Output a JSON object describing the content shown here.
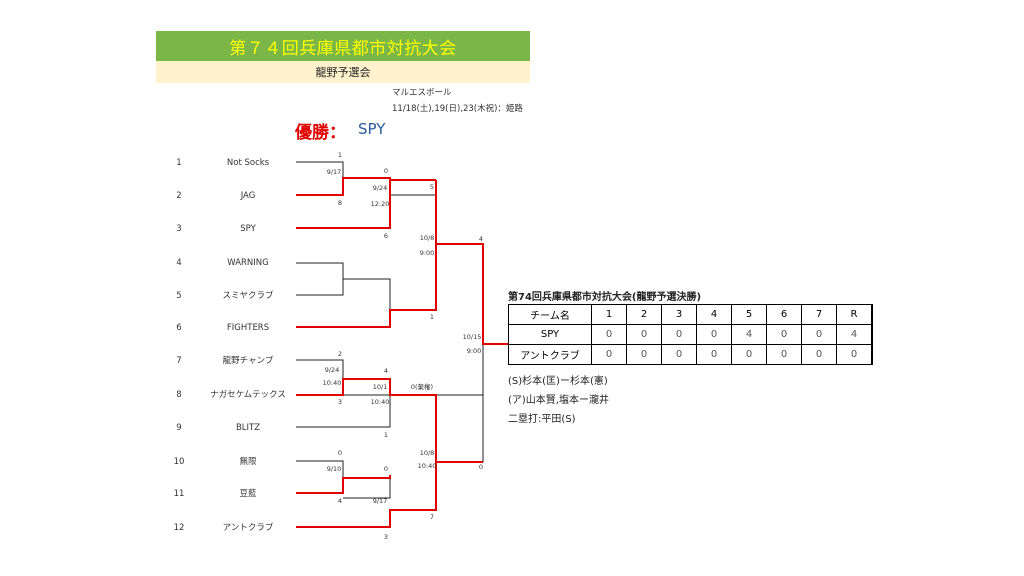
{
  "header": {
    "title": "第７４回兵庫県都市対抗大会",
    "subtitle": "龍野予選会",
    "venue": "マルエスボール",
    "dates": "11/18(土),19(日),23(木祝)：姫路"
  },
  "champion": {
    "label": "優勝：",
    "team": "SPY"
  },
  "bracket": {
    "seeds": [
      {
        "no": "1",
        "team": "Not Socks"
      },
      {
        "no": "2",
        "team": "JAG"
      },
      {
        "no": "3",
        "team": "SPY"
      },
      {
        "no": "4",
        "team": "WARNING"
      },
      {
        "no": "5",
        "team": "スミヤクラブ"
      },
      {
        "no": "6",
        "team": "FIGHTERS"
      },
      {
        "no": "7",
        "team": "龍野チャンプ"
      },
      {
        "no": "8",
        "team": "ナガセケムテックス"
      },
      {
        "no": "9",
        "team": "BLITZ"
      },
      {
        "no": "10",
        "team": "無限"
      },
      {
        "no": "11",
        "team": "豆藍"
      },
      {
        "no": "12",
        "team": "アントクラブ"
      }
    ],
    "labels": {
      "s1": "1",
      "d1": "9/17",
      "s2": "8",
      "s3": "0",
      "d3a": "9/24",
      "d3b": "12:20",
      "s4": "6",
      "s5": "5",
      "d5a": "10/8",
      "d5b": "9:00",
      "s6": "1",
      "s7": "4",
      "d7a": "10/15",
      "d7b": "9:00",
      "s8": "2",
      "d8a": "9/24",
      "d8b": "10:40",
      "s9": "3",
      "s10": "4",
      "d10a": "10/1",
      "d10b": "10:40",
      "s11": "1",
      "s12": "0(棄権)",
      "s13": "0",
      "d13": "9/10",
      "s14": "4",
      "s15": "0",
      "d15": "9/17",
      "s16": "3",
      "d17a": "10/8",
      "d17b": "10:40",
      "s17": "7",
      "s18": "0"
    }
  },
  "scoreboard": {
    "title": "第74回兵庫県都市対抗大会(龍野予選決勝)",
    "header": [
      "チーム名",
      "1",
      "2",
      "3",
      "4",
      "5",
      "6",
      "7",
      "R"
    ],
    "rows": [
      [
        "SPY",
        "0",
        "0",
        "0",
        "0",
        "4",
        "0",
        "0",
        "4"
      ],
      [
        "アントクラブ",
        "0",
        "0",
        "0",
        "0",
        "0",
        "0",
        "0",
        "0"
      ]
    ],
    "notes": [
      "(S)杉本(匡)ー杉本(憲)",
      "(ア)山本賢,塩本ー瀧井",
      "二塁打:平田(S)"
    ]
  },
  "colors": {
    "title_bg": "#7ab648",
    "title_text": "#ffff00",
    "subtitle_bg": "#fff2cc",
    "win_line": "#e00000",
    "champion": "#2a5c9a"
  }
}
